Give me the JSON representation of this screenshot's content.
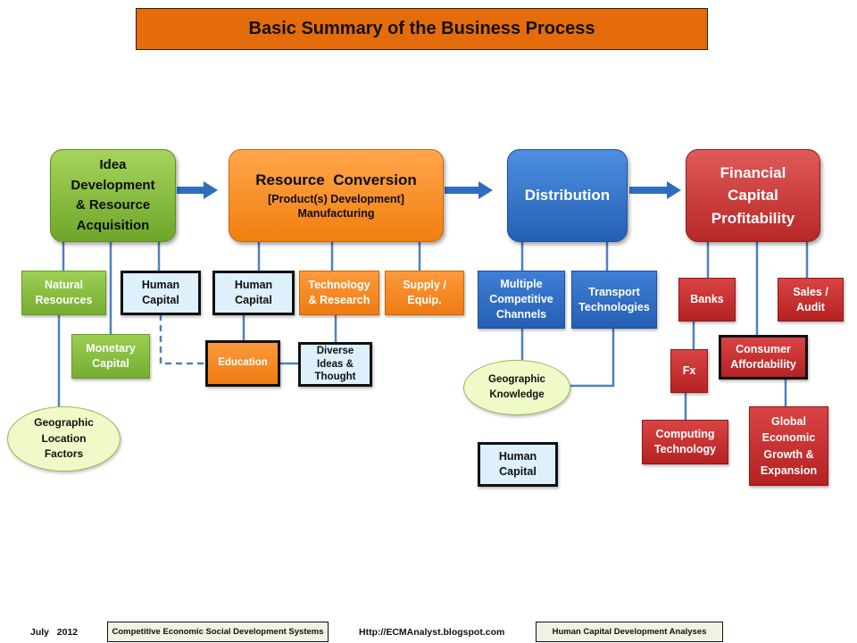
{
  "title": "Basic Summary of the Business Process",
  "stages": {
    "idea": [
      "Idea",
      "Development",
      "& Resource",
      "Acquisition"
    ],
    "conversion": [
      "Resource  Conversion",
      "[Product(s) Development]",
      "Manufacturing"
    ],
    "distribution": "Distribution",
    "financial": [
      "Financial",
      "Capital",
      "Profitability"
    ]
  },
  "nodes": {
    "natural_resources": [
      "Natural",
      "Resources"
    ],
    "human_capital_1": [
      "Human",
      "Capital"
    ],
    "monetary_capital": [
      "Monetary",
      "Capital"
    ],
    "geographic_location": [
      "Geographic",
      "Location",
      "Factors"
    ],
    "human_capital_2": [
      "Human",
      "Capital"
    ],
    "technology_research": [
      "Technology",
      "& Research"
    ],
    "supply_equip": [
      "Supply /",
      "Equip."
    ],
    "education": "Education",
    "diverse_ideas": [
      "Diverse",
      "Ideas &",
      "Thought"
    ],
    "multiple_channels": [
      "Multiple",
      "Competitive",
      "Channels"
    ],
    "transport_tech": [
      "Transport",
      "Technologies"
    ],
    "geographic_knowledge": [
      "Geographic",
      "Knowledge"
    ],
    "human_capital_3": [
      "Human",
      "Capital"
    ],
    "banks": "Banks",
    "sales_audit": [
      "Sales /",
      "Audit"
    ],
    "consumer_affordability": [
      "Consumer",
      "Affordability"
    ],
    "fx": "Fx",
    "computing_tech": [
      "Computing",
      "Technology"
    ],
    "global_economic": [
      "Global",
      "Economic",
      "Growth &",
      "Expansion"
    ]
  },
  "footer": {
    "date": "July   2012",
    "box1": "Competitive Economic Social Development Systems",
    "url": "Http://ECMAnalyst.blogspot.com",
    "box2": "Human Capital Development Analyses"
  },
  "colors": {
    "title_bg": "#e46c0a",
    "green": "#8dc63f",
    "orange": "#f7941d",
    "blue": "#2e6fc7",
    "red": "#c0302f",
    "connector": "#4f81bd",
    "arrow": "#2f6ebf"
  }
}
